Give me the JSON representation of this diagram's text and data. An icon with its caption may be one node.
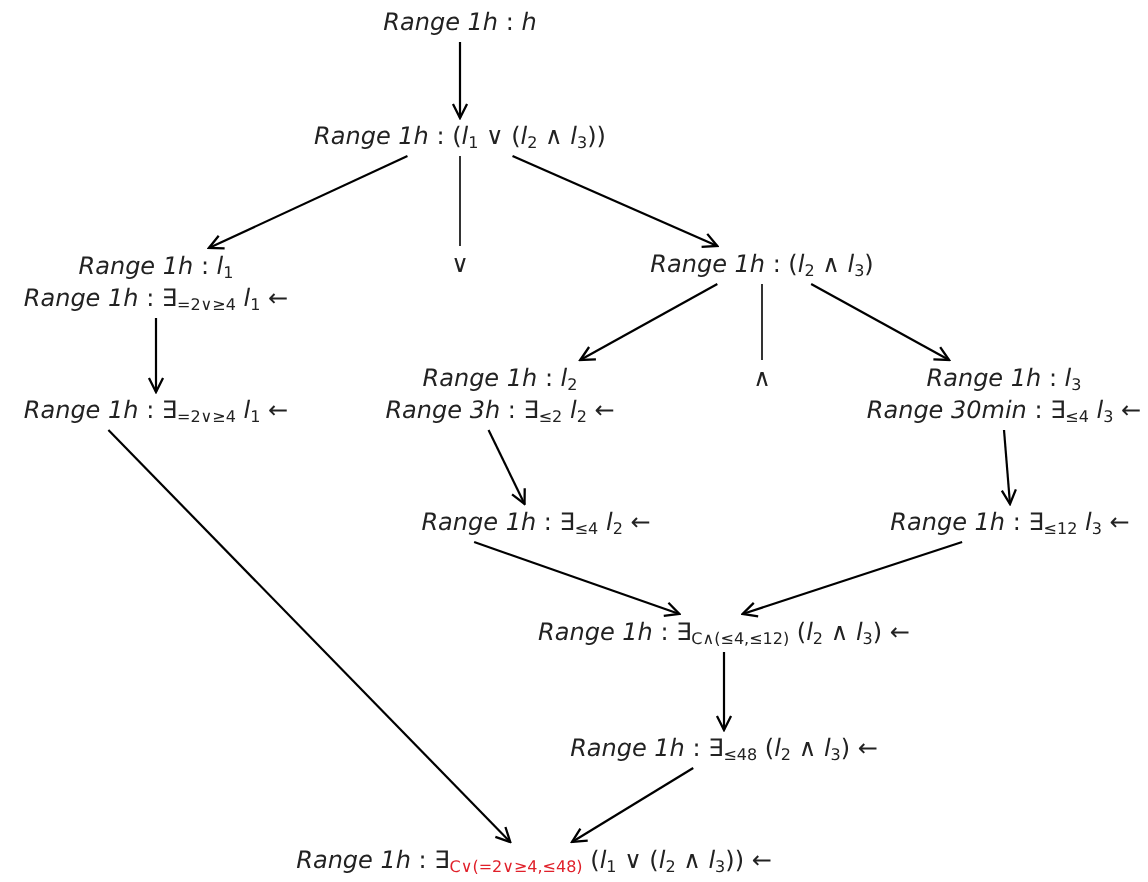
{
  "diagram": {
    "nodes": [
      {
        "text": [
          "*Range 1h* : *h*"
        ]
      },
      {
        "text": [
          "*Range 1h* : (*l*$_{1}$ ∨ (*l*$_{2}$ ∧ *l*$_{3}$))"
        ]
      },
      {
        "text": [
          "*Range 1h* : *l*$_{1}$",
          "*Range 1h* : ∃$_{=2∨≥4}$ *l*$_{1}$ ←"
        ]
      },
      {
        "text": [
          "∨"
        ]
      },
      {
        "text": [
          "*Range 1h* : (*l*$_{2}$ ∧ *l*$_{3}$)"
        ]
      },
      {
        "text": [
          "*Range 1h* : ∃$_{=2∨≥4}$ *l*$_{1}$ ←"
        ]
      },
      {
        "text": [
          "*Range 1h* : *l*$_{2}$",
          "*Range 3h* : ∃$_{≤2}$ *l*$_{2}$ ←"
        ]
      },
      {
        "text": [
          "∧"
        ]
      },
      {
        "text": [
          "*Range 1h* : *l*$_{3}$",
          "*Range 30min* : ∃$_{≤4}$ *l*$_{3}$ ←"
        ]
      },
      {
        "text": [
          "*Range 1h* : ∃$_{≤4}$ *l*$_{2}$ ←"
        ]
      },
      {
        "text": [
          "*Range 1h* : ∃$_{≤12}$ *l*$_{3}$ ←"
        ]
      },
      {
        "text": [
          "*Range 1h* : ∃$_{C∧(≤4,≤12)}$ (*l*$_{2}$ ∧ *l*$_{3}$) ←"
        ]
      },
      {
        "text": [
          "*Range 1h* : ∃$_{≤48}$ (*l*$_{2}$ ∧ *l*$_{3}$) ←"
        ]
      },
      {
        "text": [
          "*Range 1h* : ∃$_{C∨(=2∨≥4,≤48)}$ (*l*$_{1}$ ∨ (*l*$_{2}$ ∧ *l*$_{3}$)) ←"
        ]
      }
    ],
    "edges": [
      {
        "from": 0,
        "to": 1,
        "arrow": "to"
      },
      {
        "from": 1,
        "to": 2,
        "arrow": "to"
      },
      {
        "from": 1,
        "to": 3,
        "arrow": "none"
      },
      {
        "from": 1,
        "to": 4,
        "arrow": "to"
      },
      {
        "from": 2,
        "to": 5,
        "arrow": "to"
      },
      {
        "from": 4,
        "to": 6,
        "arrow": "to"
      },
      {
        "from": 4,
        "to": 7,
        "arrow": "none"
      },
      {
        "from": 4,
        "to": 8,
        "arrow": "to"
      },
      {
        "from": 6,
        "to": 9,
        "arrow": "to"
      },
      {
        "from": 8,
        "to": 10,
        "arrow": "to"
      },
      {
        "from": 9,
        "to": 11,
        "arrow": "to"
      },
      {
        "from": 10,
        "to": 11,
        "arrow": "to"
      },
      {
        "from": 11,
        "to": 12,
        "arrow": "to"
      },
      {
        "from": 12,
        "to": 13,
        "arrow": "to"
      },
      {
        "from": 5,
        "to": 13,
        "arrow": "to"
      }
    ]
  }
}
